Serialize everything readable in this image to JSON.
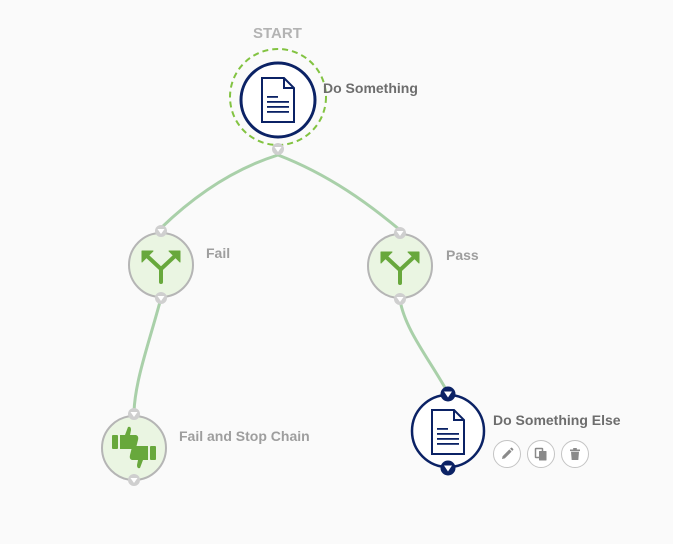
{
  "flow": {
    "start_label": "START",
    "nodes": {
      "do_something": {
        "label": "Do Something",
        "type": "document",
        "icon": "document-icon"
      },
      "fail": {
        "label": "Fail",
        "type": "branch",
        "icon": "branch-split-icon"
      },
      "pass": {
        "label": "Pass",
        "type": "branch",
        "icon": "branch-split-icon"
      },
      "fail_stop": {
        "label": "Fail and Stop Chain",
        "type": "outcome",
        "icon": "thumbs-up-down-icon"
      },
      "do_something_else": {
        "label": "Do Something Else",
        "type": "document",
        "icon": "document-icon",
        "selected": true
      }
    },
    "edges": [
      [
        "do_something",
        "fail"
      ],
      [
        "do_something",
        "pass"
      ],
      [
        "fail",
        "fail_stop"
      ],
      [
        "pass",
        "do_something_else"
      ]
    ],
    "node_actions": [
      {
        "name": "edit",
        "icon": "pencil-icon"
      },
      {
        "name": "duplicate",
        "icon": "copy-icon"
      },
      {
        "name": "delete",
        "icon": "trash-icon"
      }
    ]
  },
  "colors": {
    "doc_node": "#0b2265",
    "branch_fill": "#eaf5e2",
    "branch_stroke": "#b5b5b5",
    "branch_icon": "#68a83c",
    "edge": "#a9d0a9",
    "start_ring": "#82c341",
    "label": "#9e9e9e"
  }
}
